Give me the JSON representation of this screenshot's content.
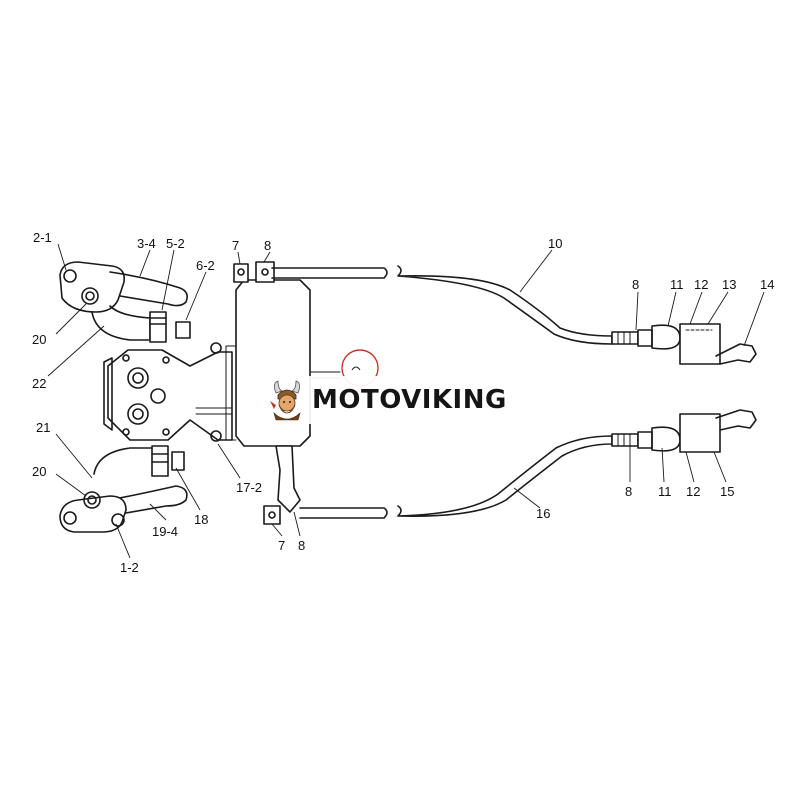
{
  "diagram": {
    "labels": {
      "l_2_1": "2-1",
      "l_3_4": "3-4",
      "l_5_2": "5-2",
      "l_6_2": "6-2",
      "l_7_top": "7",
      "l_8_top": "8",
      "l_10": "10",
      "l_8_r1": "8",
      "l_11_r1": "11",
      "l_12_r1": "12",
      "l_13": "13",
      "l_14": "14",
      "l_20_top": "20",
      "l_22": "22",
      "l_21": "21",
      "l_20_bot": "20",
      "l_19_4": "19-4",
      "l_18": "18",
      "l_1_2": "1-2",
      "l_17_2": "17-2",
      "l_7_bot": "7",
      "l_8_bot": "8",
      "l_16": "16",
      "l_8_r2": "8",
      "l_11_r2": "11",
      "l_12_r2": "12",
      "l_15": "15"
    }
  },
  "watermark": {
    "text": "MOTOVIKING",
    "logo_icon": "viking-mascot-icon",
    "accent_color": "#c0392b"
  }
}
